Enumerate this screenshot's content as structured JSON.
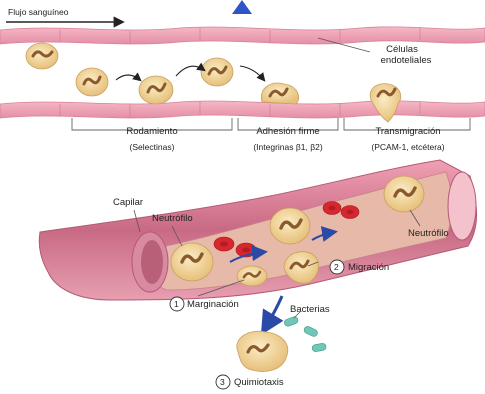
{
  "top_panel": {
    "flow_label": "Flujo sanguíneo",
    "endothelial_label_1": "Células",
    "endothelial_label_2": "endoteliales",
    "stages": [
      {
        "name": "Rodamiento",
        "molecules": "(Selectinas)"
      },
      {
        "name": "Adhesión firme",
        "molecules": "(Integrinas β1, β2)"
      },
      {
        "name": "Transmigración",
        "molecules": "(PCAM-1, etcétera)"
      }
    ]
  },
  "bottom_panel": {
    "capilar_label": "Capilar",
    "neutrofilo_left_label": "Neutrófilo",
    "neutrofilo_right_label": "Neutrófilo",
    "steps": [
      {
        "number": "1",
        "label": "Marginación"
      },
      {
        "number": "2",
        "label": "Migración"
      },
      {
        "number": "3",
        "label": "Quimiotaxis"
      }
    ],
    "bacterias_label": "Bacterias"
  },
  "colors": {
    "vessel_wall": "#f2a3b3",
    "vessel_wall_dark": "#d97c93",
    "neutrophil_body": "#f3d9a0",
    "neutrophil_nucleus": "#8a5a2e",
    "red_cell": "#d8262e",
    "bacteria": "#6fc8b7",
    "flow_arrow": "#2b4aa8",
    "accent_blue": "#2f54c9"
  }
}
